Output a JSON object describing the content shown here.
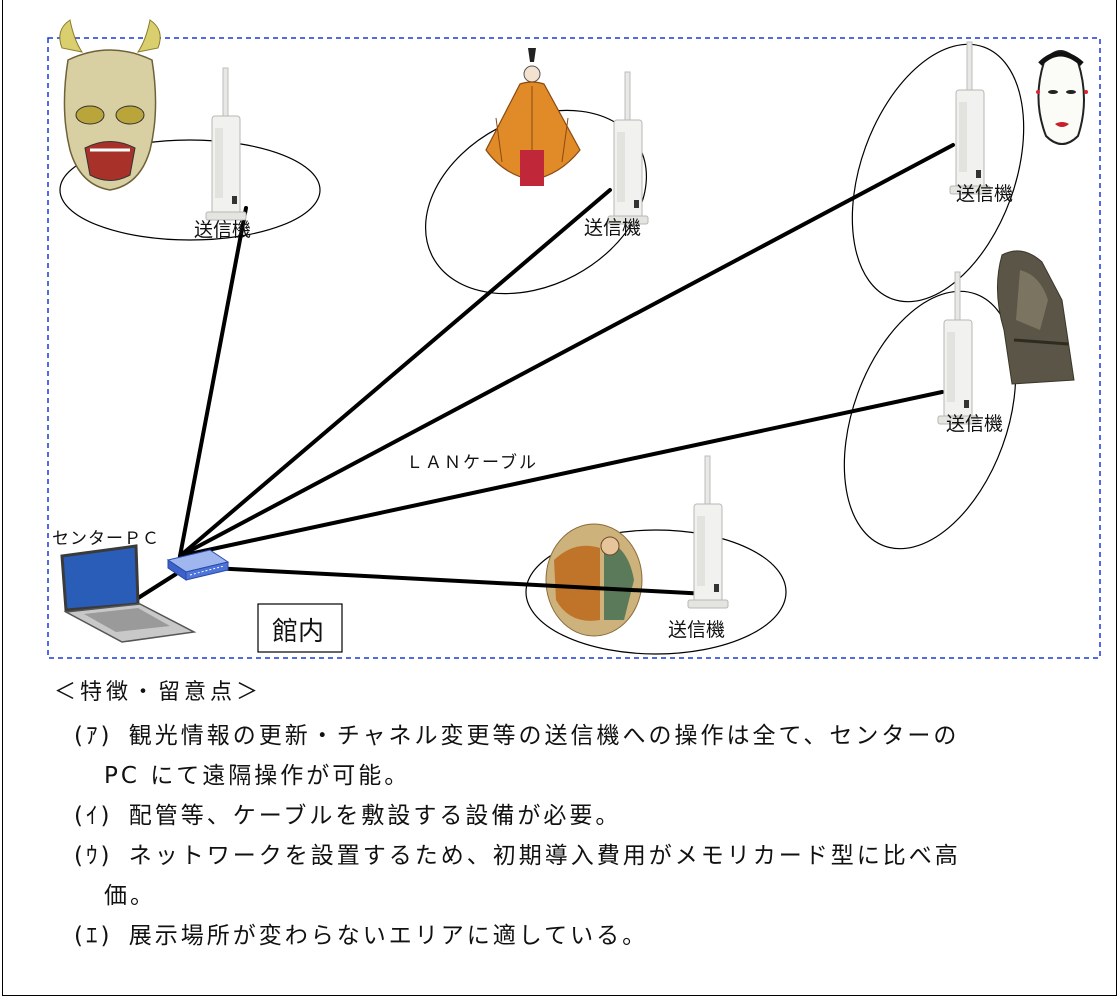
{
  "diagram": {
    "area_label": "館内",
    "center_pc_label": "センターＰＣ",
    "cable_label": "ＬＡＮケーブル",
    "transmitter_label": "送信機",
    "transmitter_count": 5,
    "icons": [
      "hannya-mask-icon",
      "heian-costume-icon",
      "noh-mask-icon",
      "thinker-statue-icon",
      "painting-icon",
      "laptop-icon",
      "network-hub-icon",
      "access-point-icon"
    ],
    "colors": {
      "boundary": "#1a3ad8",
      "cable": "#000000",
      "hub": "#3f6ad6"
    }
  },
  "notes": {
    "heading": "＜特徴・留意点＞",
    "items": [
      {
        "mark": "(ｱ)",
        "text": "観光情報の更新・チャネル変更等の送信機への操作は全て、センターの",
        "cont": "PC にて遠隔操作が可能。"
      },
      {
        "mark": "(ｲ)",
        "text": "配管等、ケーブルを敷設する設備が必要。",
        "cont": ""
      },
      {
        "mark": "(ｳ)",
        "text": "ネットワークを設置するため、初期導入費用がメモリカード型に比べ高",
        "cont": "価。"
      },
      {
        "mark": "(ｴ)",
        "text": "展示場所が変わらないエリアに適している。",
        "cont": ""
      }
    ]
  }
}
